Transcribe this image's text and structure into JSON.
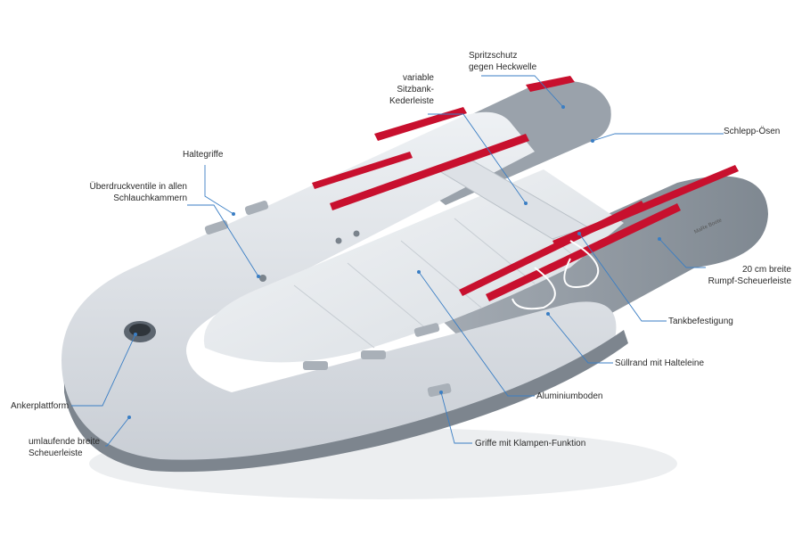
{
  "labels": {
    "spritzschutz": "Spritzschutz\ngegen Heckwelle",
    "sitzbank": "variable\nSitzbank-\nKederleiste",
    "schlepp": "Schlepp-Ösen",
    "haltegriffe": "Haltegriffe",
    "ueberdruck": "Überdruckventile in allen\nSchlauchkammern",
    "rumpf": "20 cm breite\nRumpf-Scheuerleiste",
    "tank": "Tankbefestigung",
    "suellrand": "Süllrand mit Halteleine",
    "alu": "Aluminiumboden",
    "anker": "Ankerplattform",
    "scheuer": "umlaufende breite\nScheuerleiste",
    "griffe": "Griffe mit Klampen-Funktion"
  },
  "brand": "MaRe Boote",
  "colors": {
    "tube_light": "#dfe3e8",
    "tube_dark": "#8e969f",
    "accent_red": "#c8102e",
    "leader_blue": "#3a7ec4",
    "floor": "#e9ecef"
  }
}
